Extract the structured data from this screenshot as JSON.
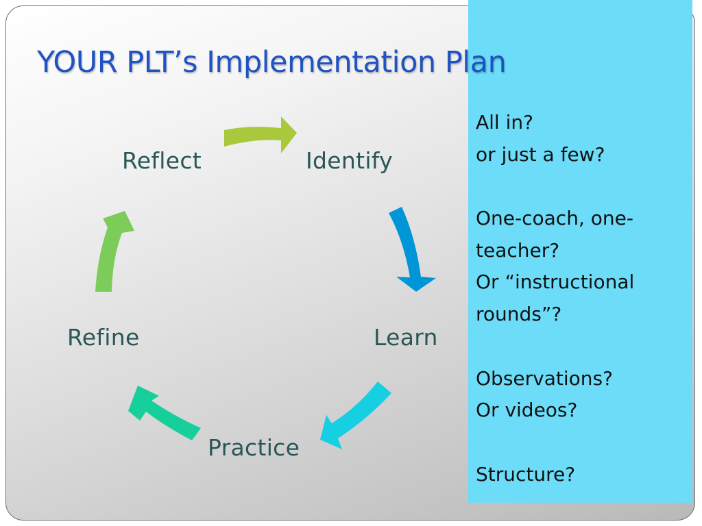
{
  "title": "YOUR PLT’s Implementation Plan",
  "cycle": {
    "steps": [
      "Identify",
      "Learn",
      "Practice",
      "Refine",
      "Reflect"
    ],
    "arrow_colors": [
      "#0095d6",
      "#17cfe3",
      "#17cf9a",
      "#7ccc5a",
      "#a9c83c"
    ]
  },
  "sidebar": {
    "background": "#6cdcf9",
    "lines": [
      "All in?",
      "or just a few?",
      "",
      "One-coach, one-",
      "teacher?",
      "Or “instructional",
      "rounds”?",
      "",
      "Observations?",
      "Or videos?",
      "",
      "Structure?"
    ]
  }
}
